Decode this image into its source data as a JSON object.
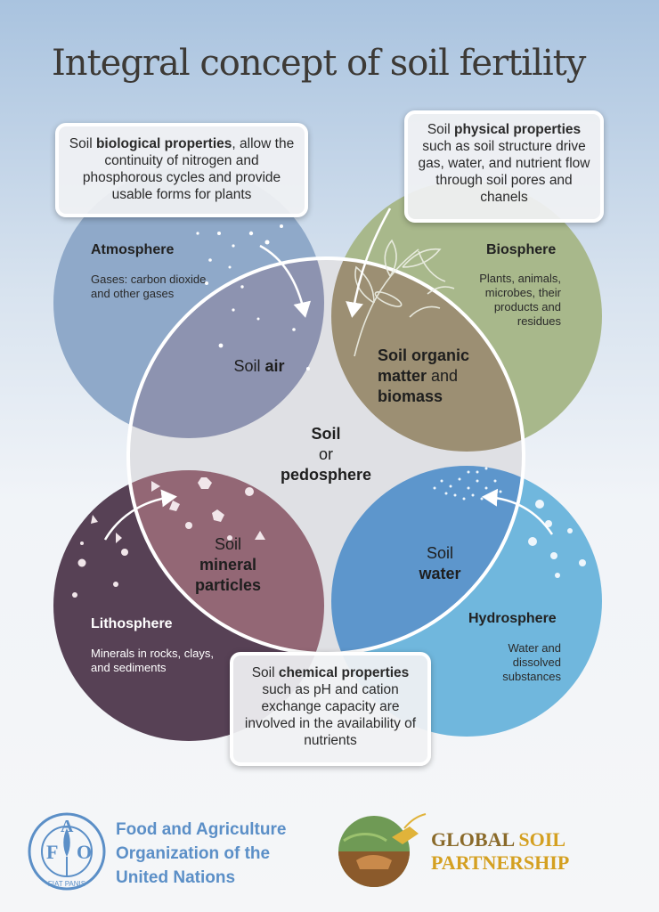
{
  "title": "Integral concept of soil fertility",
  "boxes": {
    "biological": {
      "pre": "Soil ",
      "bold": "biological properties",
      "post": ", allow the continuity of nitrogen and phosphorous cycles and provide usable forms for plants"
    },
    "physical": {
      "pre": "Soil ",
      "bold": "physical properties",
      "post": " such as soil structure drive gas, water, and nutrient flow through soil pores and chanels"
    },
    "chemical": {
      "pre": "Soil ",
      "bold": "chemical properties",
      "post": " such as pH and cation exchange capacity are involved in the availability of nutrients"
    }
  },
  "spheres": {
    "atmosphere": {
      "name": "Atmosphere",
      "desc": "Gases: carbon dioxide and other gases",
      "color": "#8fa9c9"
    },
    "biosphere": {
      "name": "Biosphere",
      "desc": "Plants, animals, microbes, their products and residues",
      "color": "#a8b88b"
    },
    "lithosphere": {
      "name": "Lithosphere",
      "desc": "Minerals in rocks, clays, and sediments",
      "color": "#574155"
    },
    "hydrosphere": {
      "name": "Hydrosphere",
      "desc": "Water and dissolved substances",
      "color": "#70b7dd"
    }
  },
  "soil_components": {
    "air": {
      "pre": "Soil ",
      "bold": "air",
      "color": "#8d93b0"
    },
    "organic": {
      "bold1": "Soil organic",
      "bold2": "matter",
      "mid": " and",
      "bold3": "biomass",
      "color": "#9c8f73"
    },
    "mineral": {
      "line1": "Soil",
      "bold": "mineral particles",
      "color": "#936775"
    },
    "water": {
      "line1": "Soil",
      "bold": "water",
      "color": "#5d96cc"
    }
  },
  "center": {
    "line1": "Soil",
    "line2": "or",
    "line3": "pedosphere"
  },
  "logos": {
    "fao": {
      "letters": "FAO",
      "motto": "FIAT PANIS",
      "name": "Food and Agriculture Organization of the United Nations",
      "color": "#5b8fc7"
    },
    "gsp": {
      "word1": "GLOBAL",
      "word2": "SOIL",
      "word3": "PARTNERSHIP",
      "color_dark": "#8a6a2a",
      "color_gold": "#d4a021"
    }
  }
}
